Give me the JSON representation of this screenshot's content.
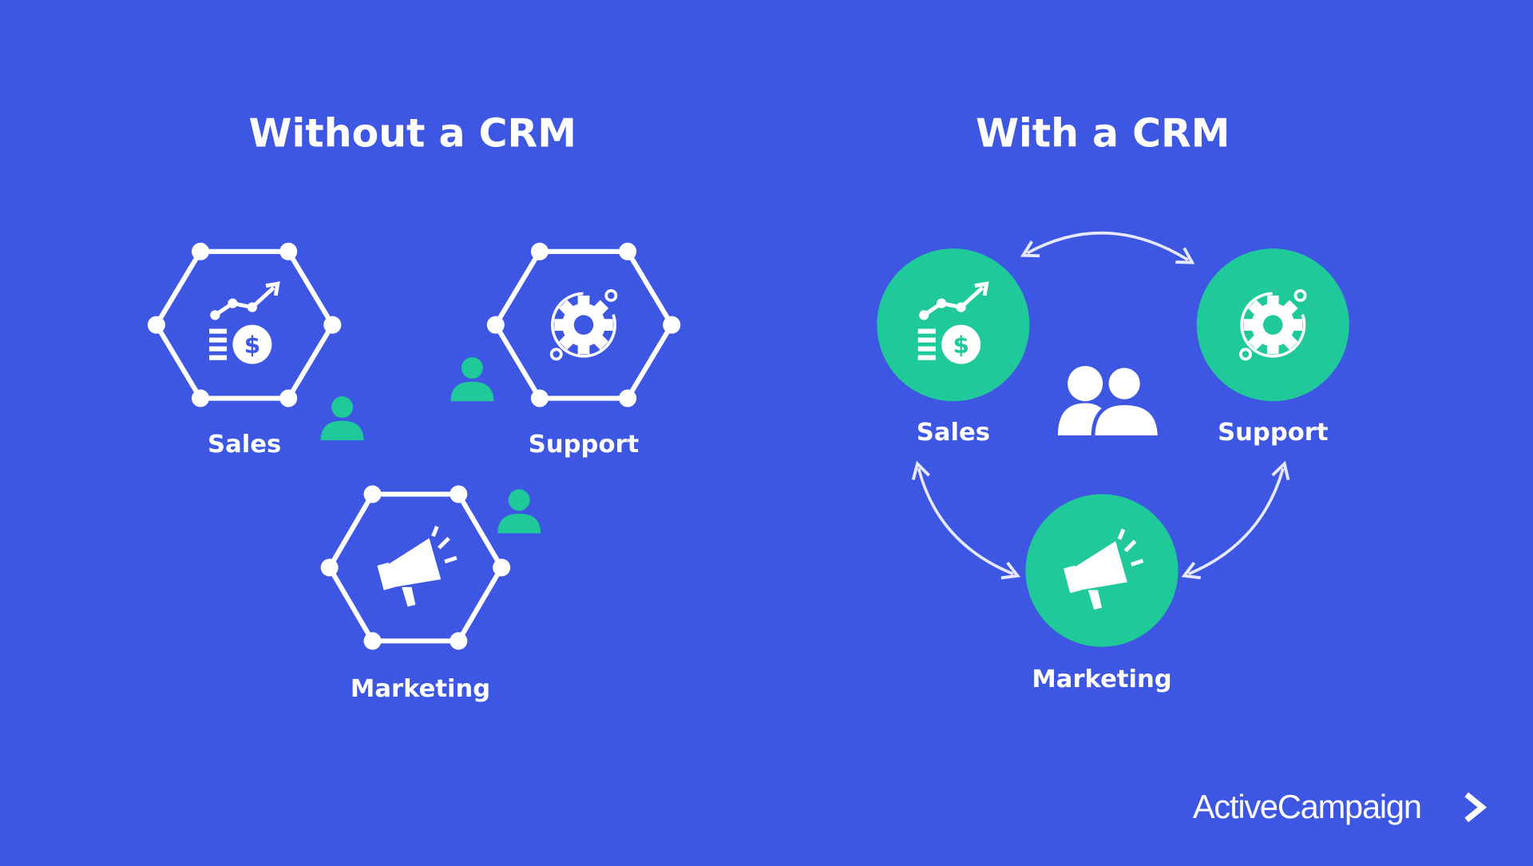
{
  "left": {
    "title": "Without a CRM",
    "nodes": [
      {
        "label": "Sales",
        "icon": "sales-chart-coins-icon"
      },
      {
        "label": "Support",
        "icon": "gear-icon"
      },
      {
        "label": "Marketing",
        "icon": "megaphone-icon"
      }
    ]
  },
  "right": {
    "title": "With a CRM",
    "nodes": [
      {
        "label": "Sales",
        "icon": "sales-chart-coins-icon"
      },
      {
        "label": "Support",
        "icon": "gear-icon"
      },
      {
        "label": "Marketing",
        "icon": "megaphone-icon"
      }
    ]
  },
  "brand": {
    "name": "ActiveCampaign",
    "mark": ">"
  },
  "colors": {
    "background": "#3d57e3",
    "accent": "#1fc99a",
    "text": "#ffffff"
  }
}
